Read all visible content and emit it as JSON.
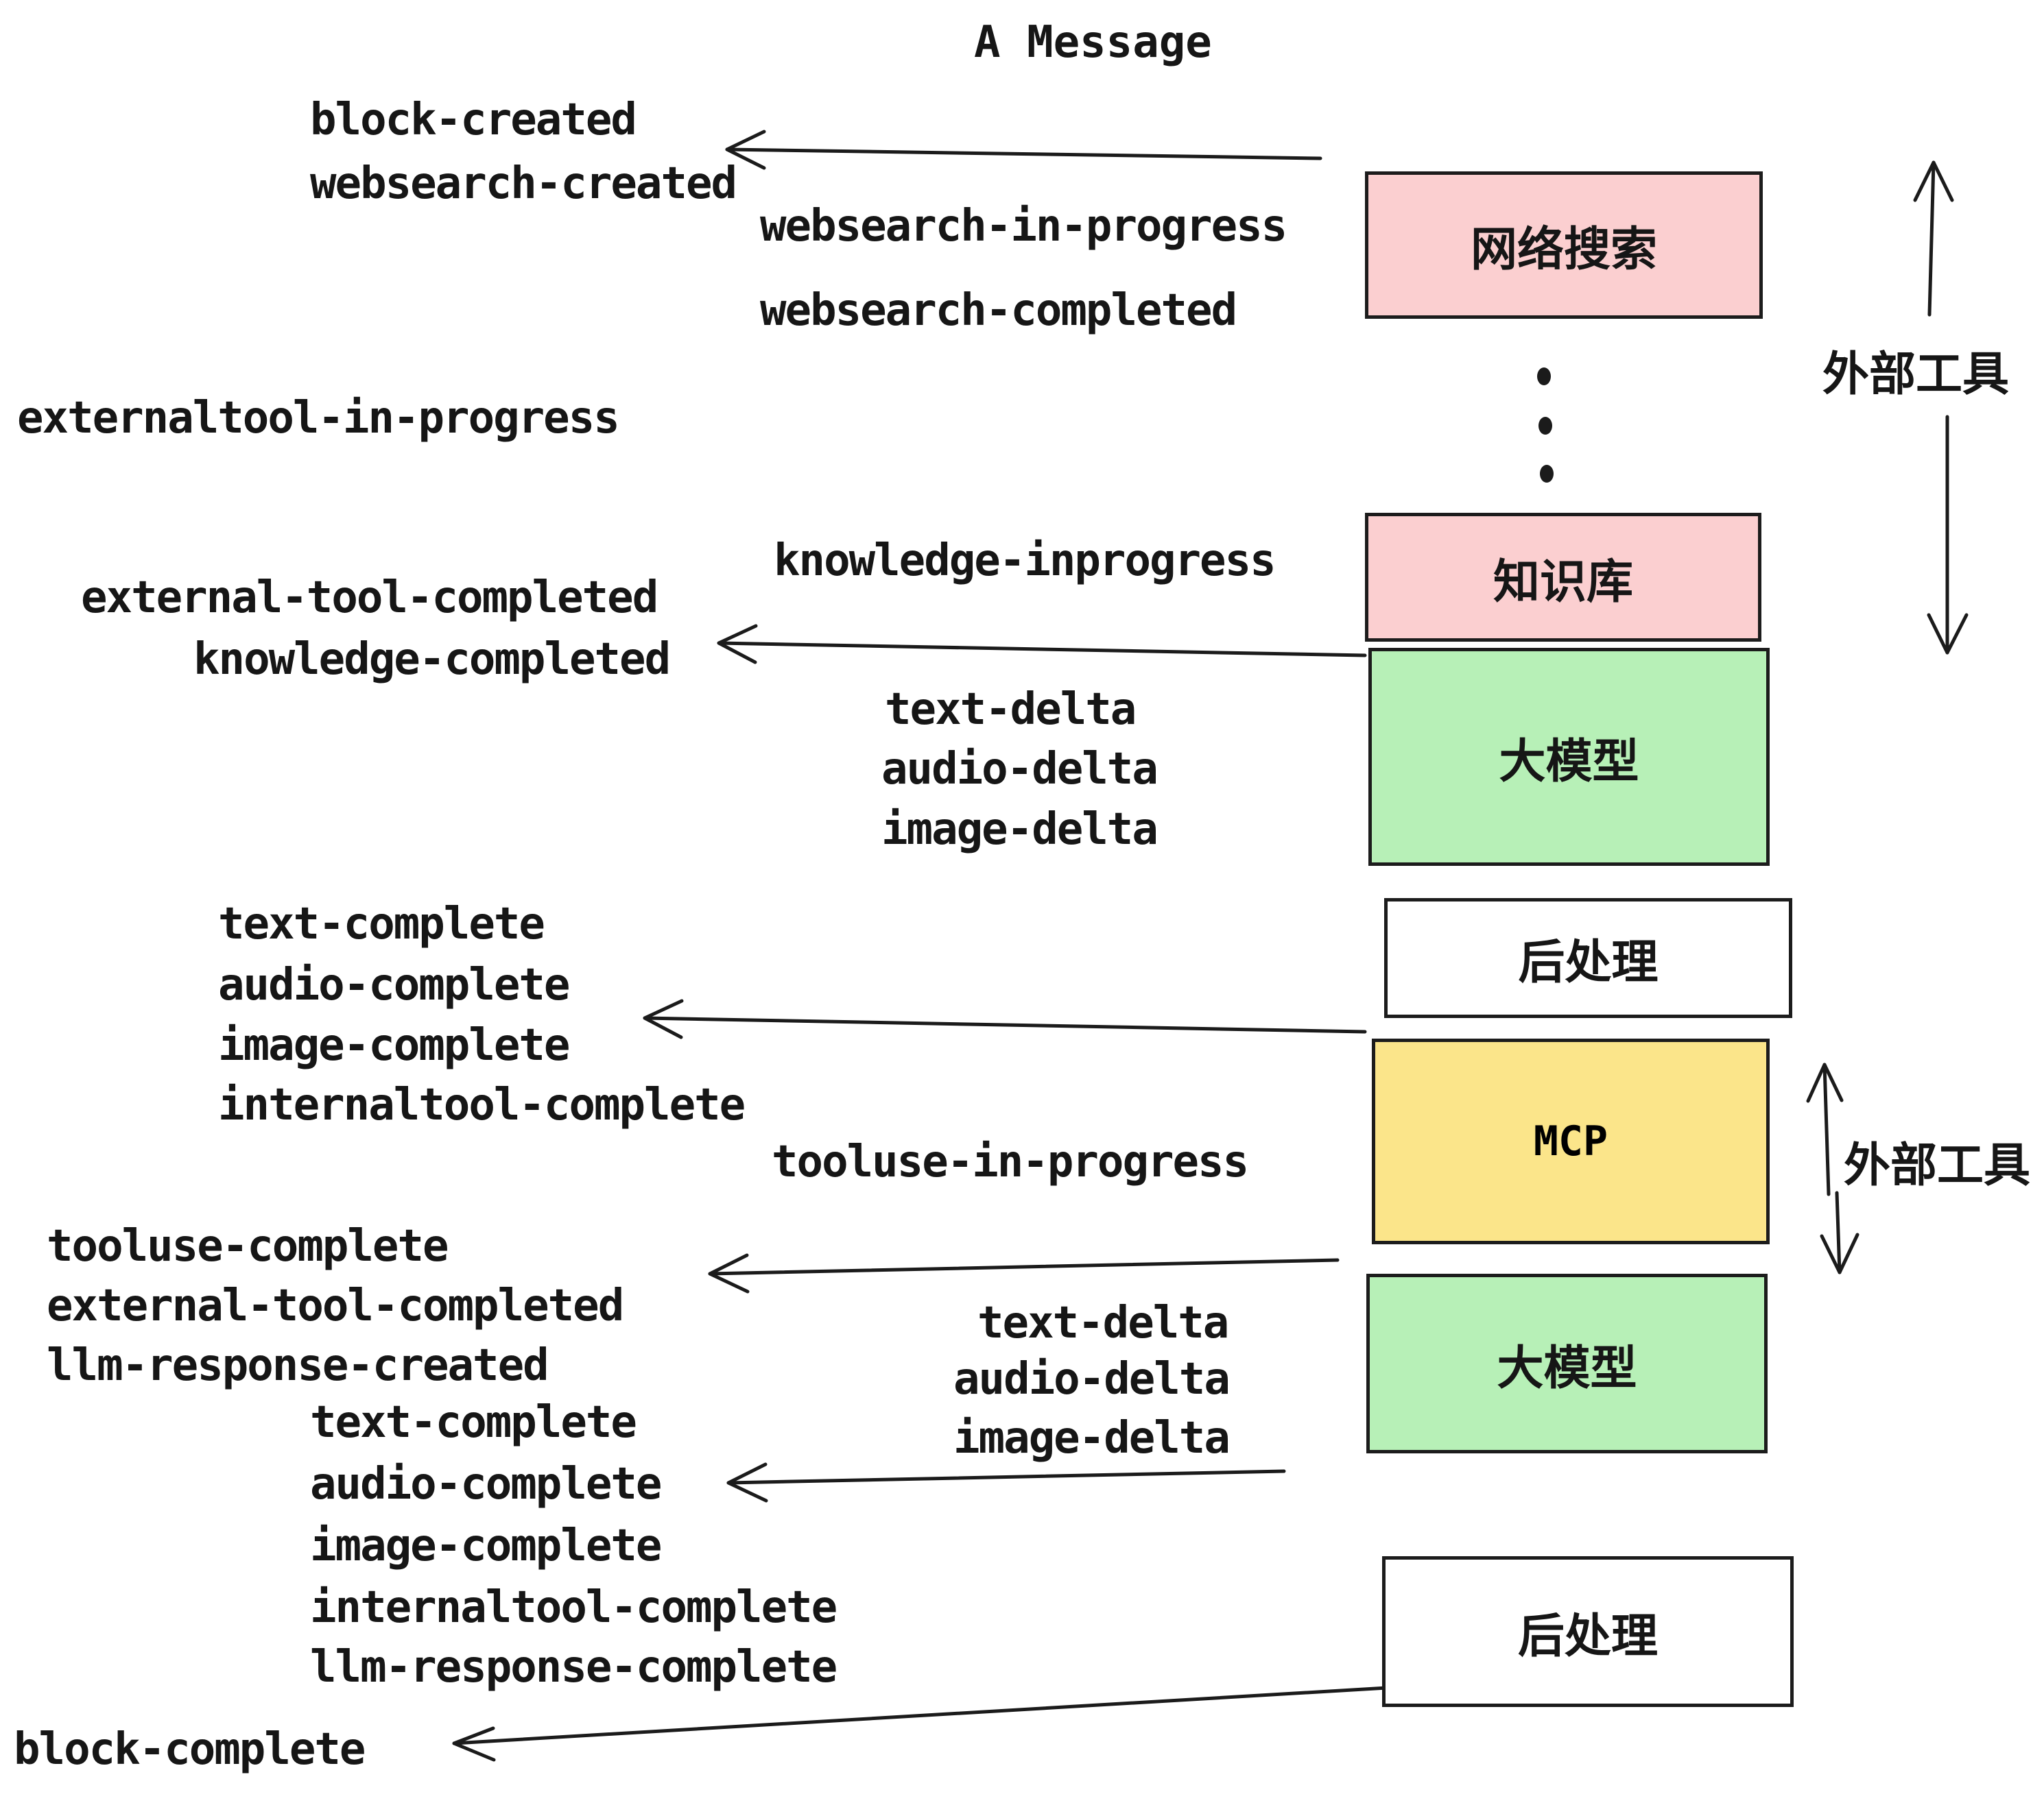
{
  "title": "A Message",
  "labels": [
    {
      "id": "block-created",
      "text": "block-created"
    },
    {
      "id": "websearch-created",
      "text": "websearch-created"
    },
    {
      "id": "websearch-in-progress",
      "text": "websearch-in-progress"
    },
    {
      "id": "websearch-completed",
      "text": "websearch-completed"
    },
    {
      "id": "externaltool-in-progress",
      "text": "externaltool-in-progress"
    },
    {
      "id": "knowledge-inprogress",
      "text": "knowledge-inprogress"
    },
    {
      "id": "external-tool-completed",
      "text": "external-tool-completed"
    },
    {
      "id": "knowledge-completed",
      "text": "knowledge-completed"
    },
    {
      "id": "text-delta-1",
      "text": "text-delta"
    },
    {
      "id": "audio-delta-1",
      "text": "audio-delta"
    },
    {
      "id": "image-delta-1",
      "text": "image-delta"
    },
    {
      "id": "text-complete-1",
      "text": "text-complete"
    },
    {
      "id": "audio-complete-1",
      "text": "audio-complete"
    },
    {
      "id": "image-complete-1",
      "text": "image-complete"
    },
    {
      "id": "internaltool-complete-1",
      "text": "internaltool-complete"
    },
    {
      "id": "tooluse-in-progress",
      "text": "tooluse-in-progress"
    },
    {
      "id": "tooluse-complete",
      "text": "tooluse-complete"
    },
    {
      "id": "external-tool-completed-2",
      "text": "external-tool-completed"
    },
    {
      "id": "llm-response-created",
      "text": "llm-response-created"
    },
    {
      "id": "text-delta-2",
      "text": "text-delta"
    },
    {
      "id": "audio-delta-2",
      "text": "audio-delta"
    },
    {
      "id": "image-delta-2",
      "text": "image-delta"
    },
    {
      "id": "text-complete-2",
      "text": "text-complete"
    },
    {
      "id": "audio-complete-2",
      "text": "audio-complete"
    },
    {
      "id": "image-complete-2",
      "text": "image-complete"
    },
    {
      "id": "internaltool-complete-2",
      "text": "internaltool-complete"
    },
    {
      "id": "llm-response-complete",
      "text": "llm-response-complete"
    },
    {
      "id": "block-complete",
      "text": "block-complete"
    }
  ],
  "boxes": [
    {
      "id": "websearch",
      "label": "网络搜索",
      "color": "#fbcfd0"
    },
    {
      "id": "knowledge",
      "label": "知识库",
      "color": "#fbcfd0"
    },
    {
      "id": "llm-1",
      "label": "大模型",
      "color": "#b7f0b7"
    },
    {
      "id": "postprocess-1",
      "label": "后处理",
      "color": "#ffffff"
    },
    {
      "id": "mcp",
      "label": "MCP",
      "color": "#fbe58a"
    },
    {
      "id": "llm-2",
      "label": "大模型",
      "color": "#b7f0b7"
    },
    {
      "id": "postprocess-2",
      "label": "后处理",
      "color": "#ffffff"
    }
  ],
  "side_annotations": [
    {
      "id": "external-tools-1",
      "text": "外部工具"
    },
    {
      "id": "external-tools-2",
      "text": "外部工具"
    }
  ],
  "colors": {
    "background": "#ffffff",
    "box_border": "#1c1c1c",
    "line": "#1b1b1b",
    "text": "#161616",
    "pink": "#fbcfd0",
    "green": "#b7f0b7",
    "yellow": "#fbe58a",
    "white": "#ffffff"
  }
}
